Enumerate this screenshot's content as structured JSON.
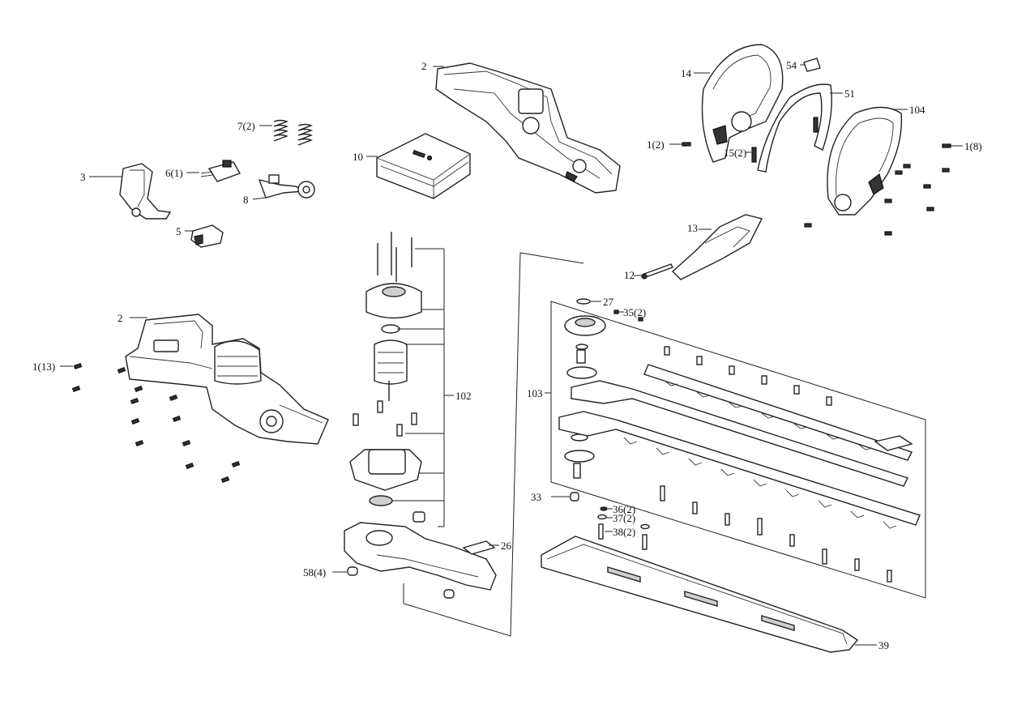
{
  "labels": {
    "l2a": "2",
    "l2b": "2",
    "l3": "3",
    "l5": "5",
    "l6": "6(1)",
    "l7": "7(2)",
    "l8": "8",
    "l10": "10",
    "l1_13": "1(13)",
    "l102": "102",
    "l26": "26",
    "l58": "58(4)",
    "l27": "27",
    "l35": "35(2)",
    "l103": "103",
    "l33": "33",
    "l36": "36(2)",
    "l37": "37(2)",
    "l38": "38(2)",
    "l39": "39",
    "l14": "14",
    "l54": "54",
    "l51": "51",
    "l104": "104",
    "l1_2": "1(2)",
    "l15": "15(2)",
    "l1_8": "1(8)",
    "l13": "13",
    "l12": "12"
  }
}
